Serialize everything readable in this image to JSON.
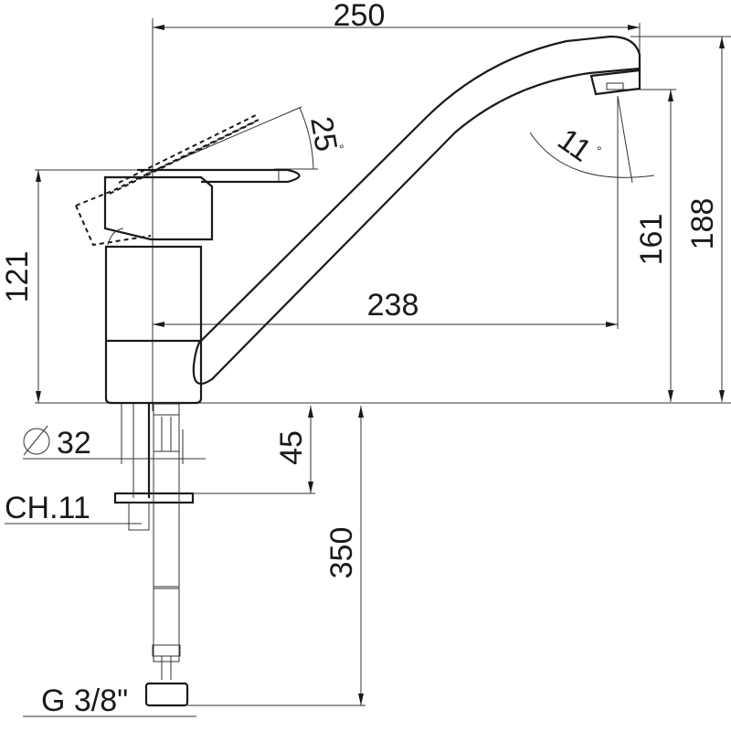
{
  "drawing": {
    "subject": "single-lever kitchen faucet technical drawing",
    "line_color": "#1a1a1a",
    "background": "#ffffff"
  },
  "dimensions": {
    "total_reach": "250",
    "spout_reach": "238",
    "total_height": "188",
    "spout_outlet_height": "161",
    "body_height": "121",
    "lever_angle": "25",
    "lever_angle_unit": "°",
    "spout_angle": "11",
    "spout_angle_unit": "°",
    "body_diameter_symbol": "∅",
    "body_diameter": "32",
    "shank_length": "45",
    "hose_length": "350"
  },
  "callouts": {
    "nut_wrench": "CH.11",
    "hose_thread": "G 3/8\""
  }
}
